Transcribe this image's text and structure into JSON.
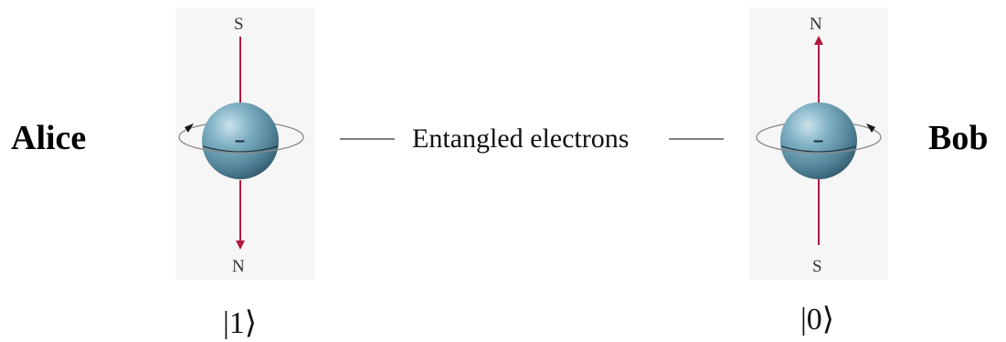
{
  "left_particle": {
    "person": "Alice",
    "top_pole": "S",
    "bottom_pole": "N",
    "charge": "–",
    "state": "|1⟩"
  },
  "right_particle": {
    "person": "Bob",
    "top_pole": "N",
    "bottom_pole": "S",
    "charge": "–",
    "state": "|0⟩"
  },
  "link_label": "Entangled electrons",
  "colors": {
    "sphere": "#5f93a8",
    "field_arrow": "#b0193f",
    "background_panel": "#f6f6f6"
  }
}
